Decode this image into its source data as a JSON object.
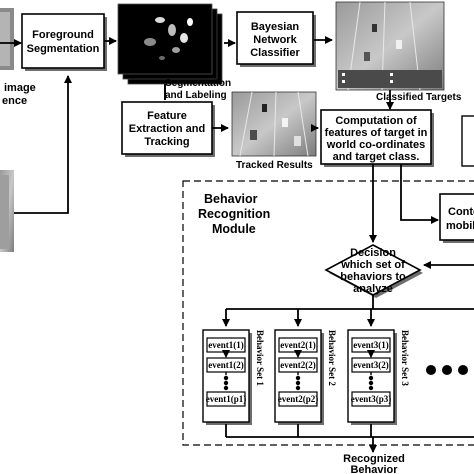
{
  "nodes": {
    "input_partial": [
      "image",
      "ence"
    ],
    "foreground_segmentation": [
      "Foreground",
      "Segmentation"
    ],
    "bayesian_classifier": [
      "Bayesian",
      "Network",
      "Classifier"
    ],
    "segmentation_labeling": [
      "Segmentation",
      "and Labeling"
    ],
    "feature_extraction": [
      "Feature",
      "Extraction and",
      "Tracking"
    ],
    "tracked_results": "Tracked Results",
    "classified_targets": "Classified Targets",
    "computation_features": [
      "Computation of",
      "features of target in",
      "world co-ordinates",
      "and target class."
    ],
    "context_partial": [
      "Conte",
      "mobile"
    ],
    "decision": [
      "Decision",
      "which  set of",
      "behaviors to",
      "analyze"
    ],
    "recognized_behavior": [
      "Recognized",
      "Behavior"
    ]
  },
  "module_title": [
    "Behavior",
    "Recognition",
    "Module"
  ],
  "behavior_sets": [
    {
      "label": "Behavior Set 1",
      "events": [
        "event1(1)",
        "event1(2)",
        "event1(p1)"
      ]
    },
    {
      "label": "Behavior Set 2",
      "events": [
        "event2(1)",
        "event2(2)",
        "event2(p2)"
      ]
    },
    {
      "label": "Behavior Set 3",
      "events": [
        "event3(1)",
        "event3(2)",
        "event3(p3)"
      ]
    }
  ],
  "ellipsis_dots": "● ● ● ●",
  "colors": {
    "line": "#000000",
    "box_fill": "#ffffff",
    "shadow": "#6e6e6e"
  }
}
